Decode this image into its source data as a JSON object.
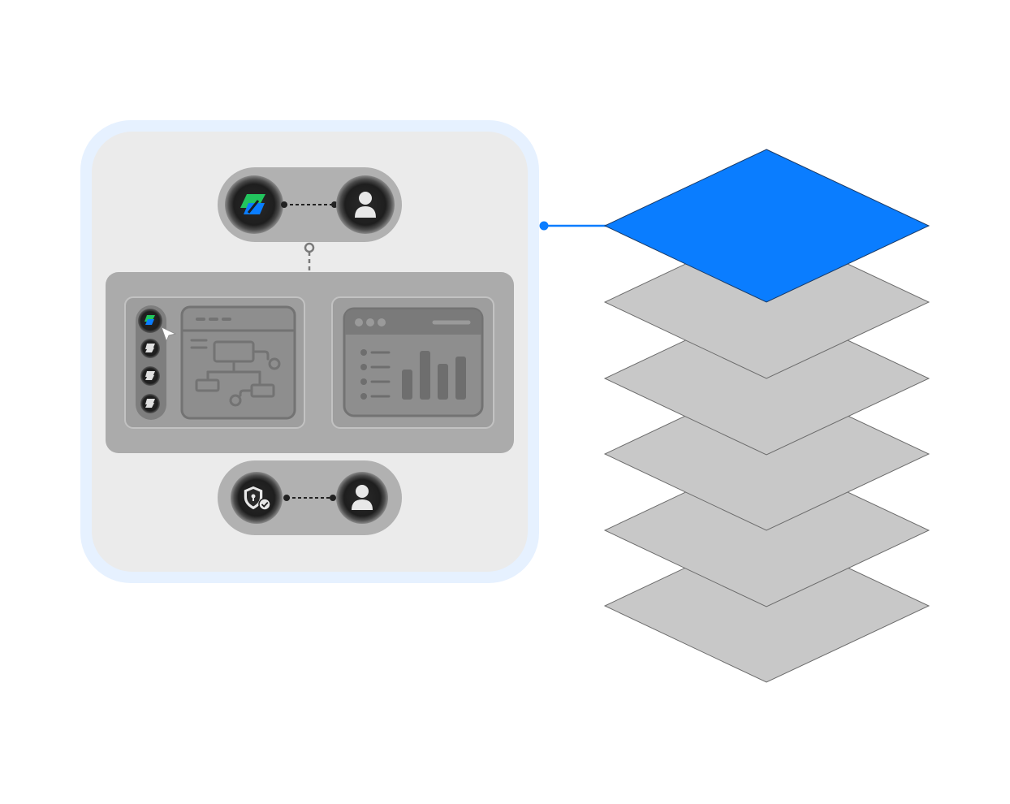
{
  "colors": {
    "accent": "#0a7dff",
    "accent_glow": "#e6f1ff",
    "panel_bg": "#ebebeb",
    "pill_bg": "#b1b1b1",
    "inner_panel": "#ababab",
    "window_fill": "#8e8e8e",
    "window_stroke": "#757575",
    "layer_fill": "#c8c8c8",
    "layer_stroke": "#6b6b6b",
    "logo_green": "#22c55e",
    "logo_blue": "#0a7dff"
  },
  "top_connection": {
    "left_icon": "app-logo-icon",
    "right_icon": "user-icon"
  },
  "bottom_connection": {
    "left_icon": "shield-check-icon",
    "right_icon": "user-icon"
  },
  "app_switcher": {
    "items": [
      "app-logo-icon",
      "app-logo-icon",
      "app-logo-icon",
      "app-logo-icon"
    ],
    "active_index": 0
  },
  "windows": [
    {
      "icon": "flowchart-icon"
    },
    {
      "icon": "dashboard-chart-icon"
    }
  ],
  "layer_stack": {
    "count": 6,
    "highlighted_index": 0
  }
}
